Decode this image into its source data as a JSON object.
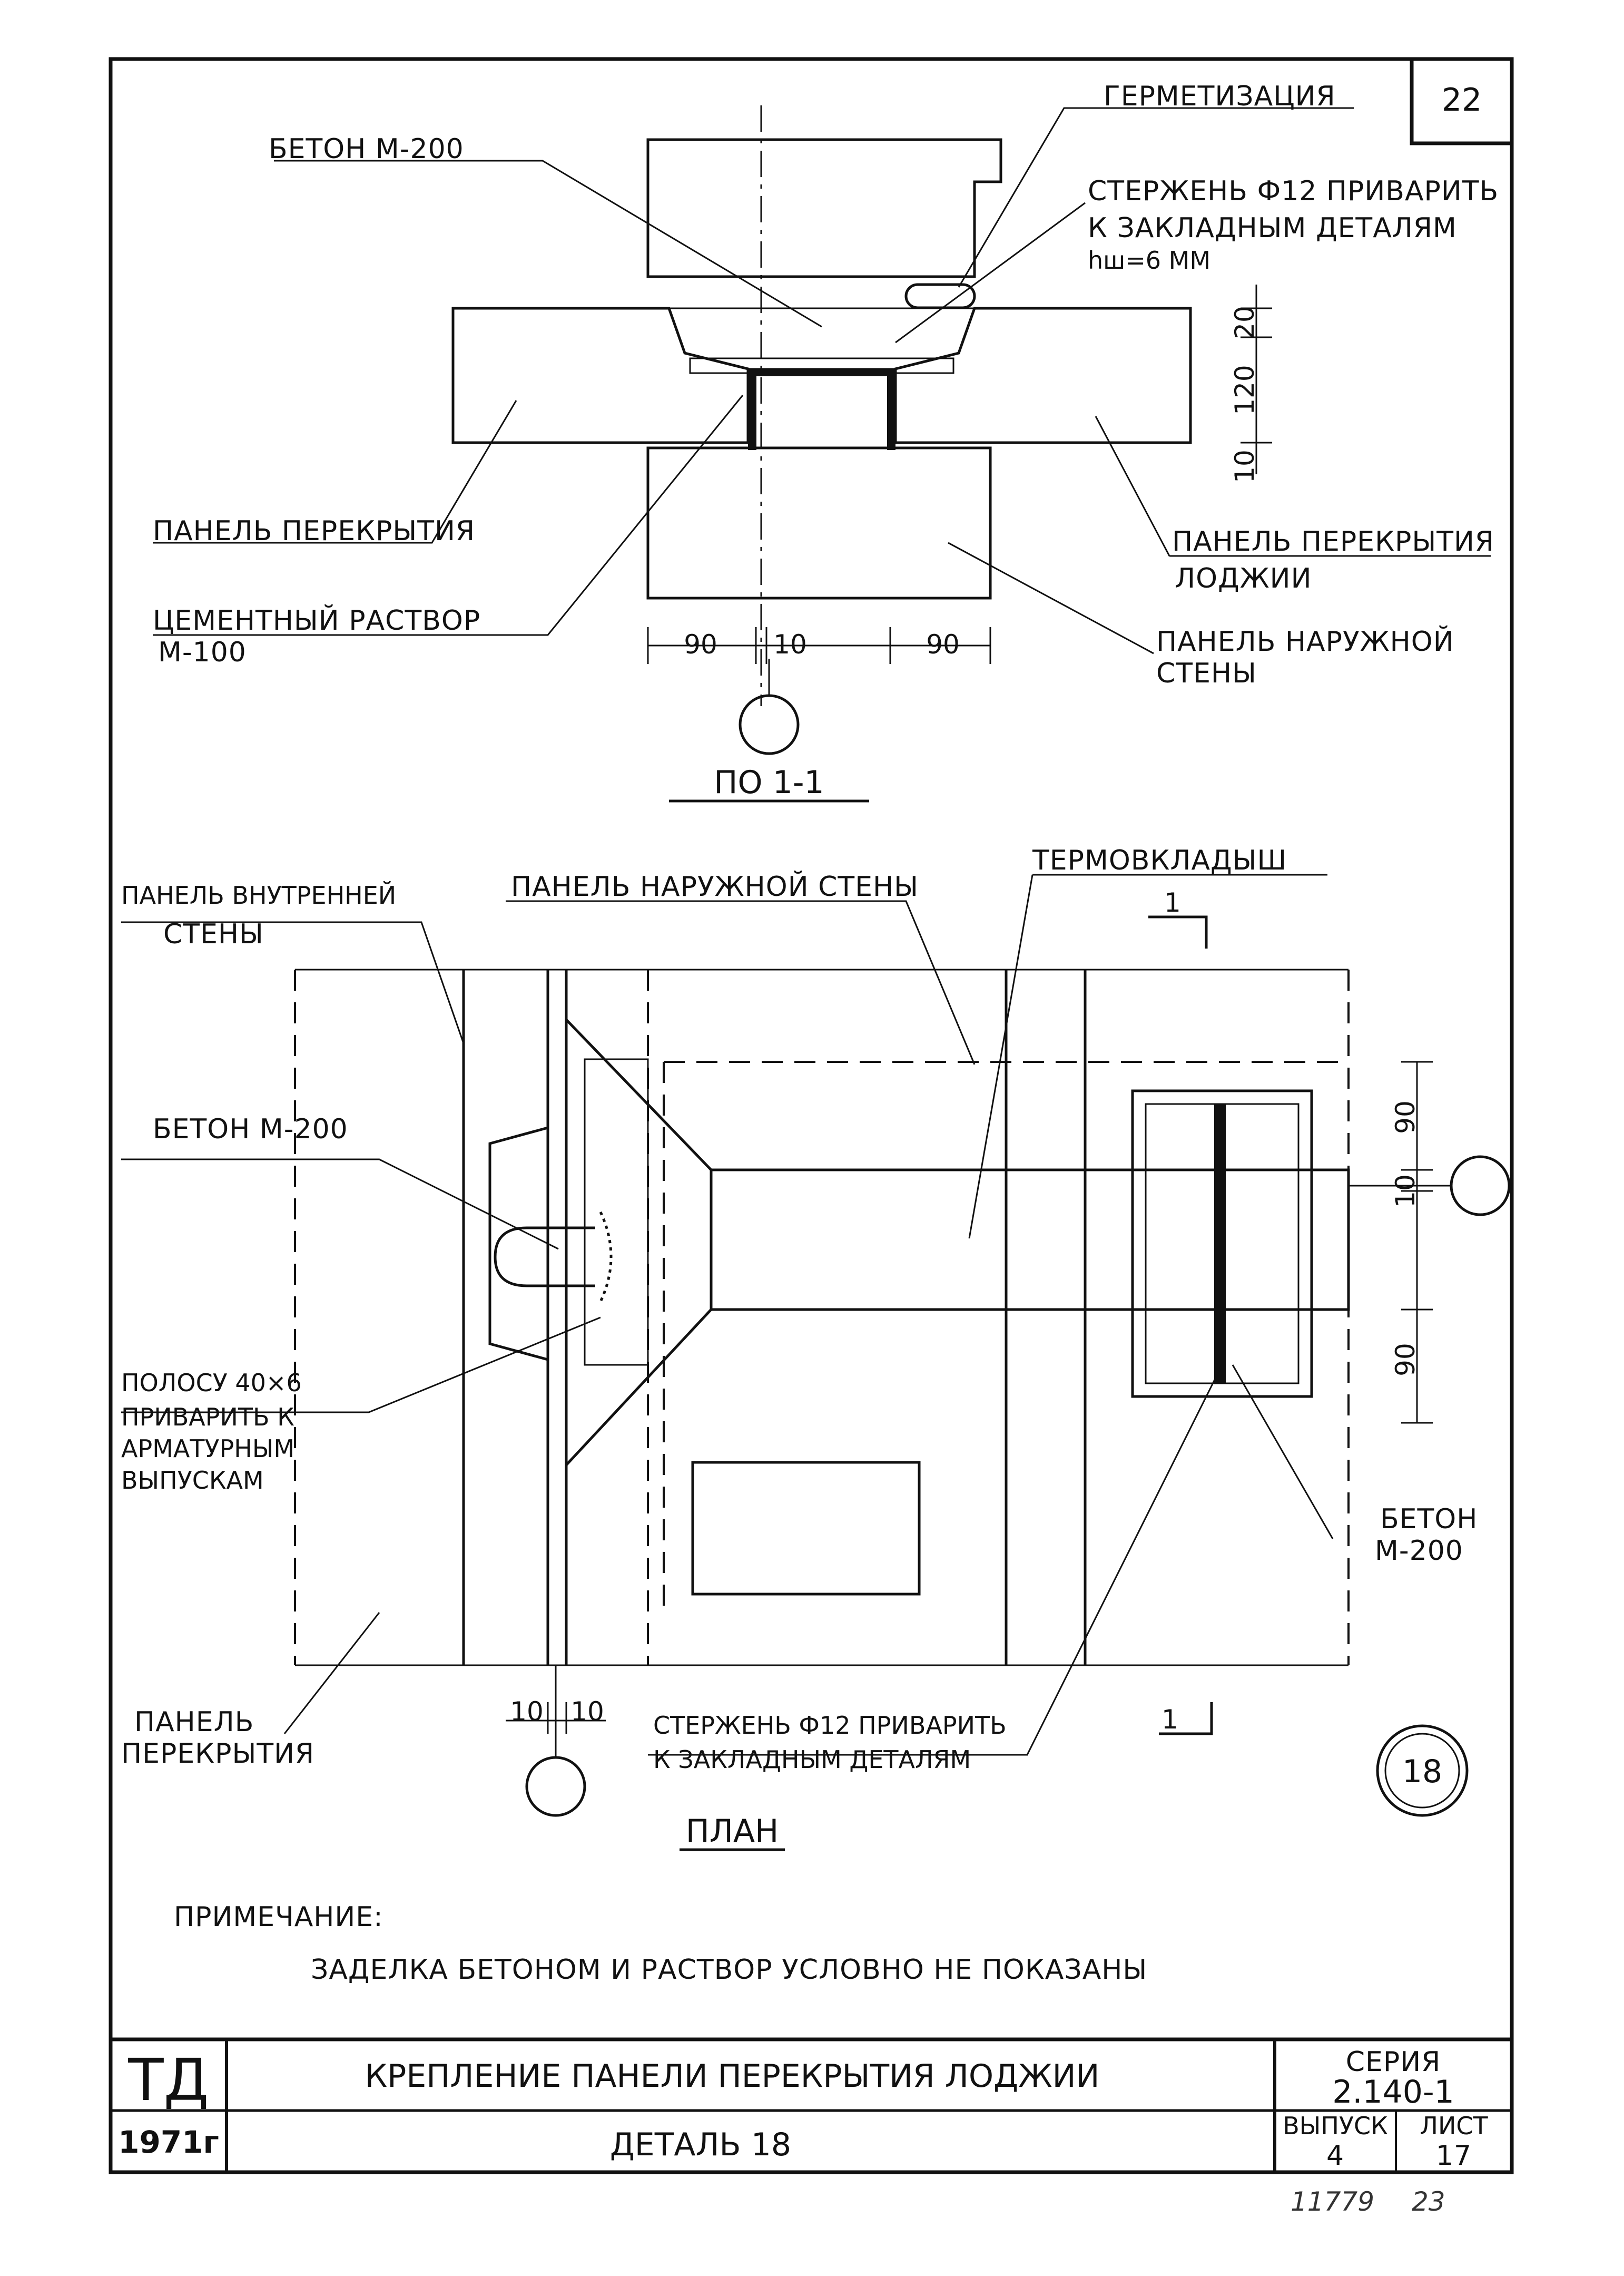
{
  "sheet": {
    "page_number": "22",
    "detail_number": "18",
    "stamp_series_no": "11779",
    "stamp_page_no": "23"
  },
  "section": {
    "title": "ПО 1-1",
    "labels": {
      "sealing": "ГЕРМЕТИЗАЦИЯ",
      "concrete_top": "БЕТОН М-200",
      "rod_line1": "СТЕРЖЕНЬ Ф12 ПРИВАРИТЬ",
      "rod_line2": "К ЗАКЛАДНЫМ ДЕТАЛЯМ",
      "rod_line3": "hш=6 ММ",
      "floor_panel": "ПАНЕЛЬ ПЕРЕКРЫТИЯ",
      "mortar_line1": "ЦЕМЕНТНЫЙ РАСТВОР",
      "mortar_line2": "М-100",
      "loggia_panel_line1": "ПАНЕЛЬ ПЕРЕКРЫТИЯ",
      "loggia_panel_line2": "ЛОДЖИИ",
      "outer_wall_line1": "ПАНЕЛЬ НАРУЖНОЙ",
      "outer_wall_line2": "СТЕНЫ"
    },
    "dims": {
      "left": "90",
      "middle": "10",
      "right": "90",
      "v_top": "20",
      "v_mid": "120",
      "v_bot": "10"
    }
  },
  "plan": {
    "title": "ПЛАН",
    "section_mark": "1",
    "labels": {
      "inner_wall_line1": "ПАНЕЛЬ ВНУТРЕННЕЙ",
      "inner_wall_line2": "СТЕНЫ",
      "outer_wall": "ПАНЕЛЬ НАРУЖНОЙ СТЕНЫ",
      "thermal_insert": "ТЕРМОВКЛАДЫШ",
      "concrete_left": "БЕТОН М-200",
      "strip_line1": "ПОЛОСУ 40×6",
      "strip_line2": "ПРИВАРИТЬ К",
      "strip_line3": "АРМАТУРНЫМ",
      "strip_line4": "ВЫПУСКАМ",
      "floor_panel_line1": "ПАНЕЛЬ",
      "floor_panel_line2": "ПЕРЕКРЫТИЯ",
      "rod_line1": "СТЕРЖЕНЬ Ф12 ПРИВАРИТЬ",
      "rod_line2": "К ЗАКЛАДНЫМ ДЕТАЛЯМ",
      "concrete_right_line1": "БЕТОН",
      "concrete_right_line2": "М-200"
    },
    "dims": {
      "bottom_left": "10",
      "bottom_right": "10",
      "right_top": "90",
      "right_mid": "10",
      "right_bot": "90"
    }
  },
  "note": {
    "heading": "ПРИМЕЧАНИЕ:",
    "text": "ЗАДЕЛКА БЕТОНОМ И РАСТВОР УСЛОВНО НЕ ПОКАЗАНЫ"
  },
  "title_block": {
    "code": "ТД",
    "year": "1971г",
    "title": "КРЕПЛЕНИЕ ПАНЕЛИ ПЕРЕКРЫТИЯ ЛОДЖИИ",
    "subtitle": "ДЕТАЛЬ 18",
    "series_label": "СЕРИЯ",
    "series_value": "2.140-1",
    "issue_label": "ВЫПУСК",
    "issue_value": "4",
    "sheet_label": "ЛИСТ",
    "sheet_value": "17"
  }
}
